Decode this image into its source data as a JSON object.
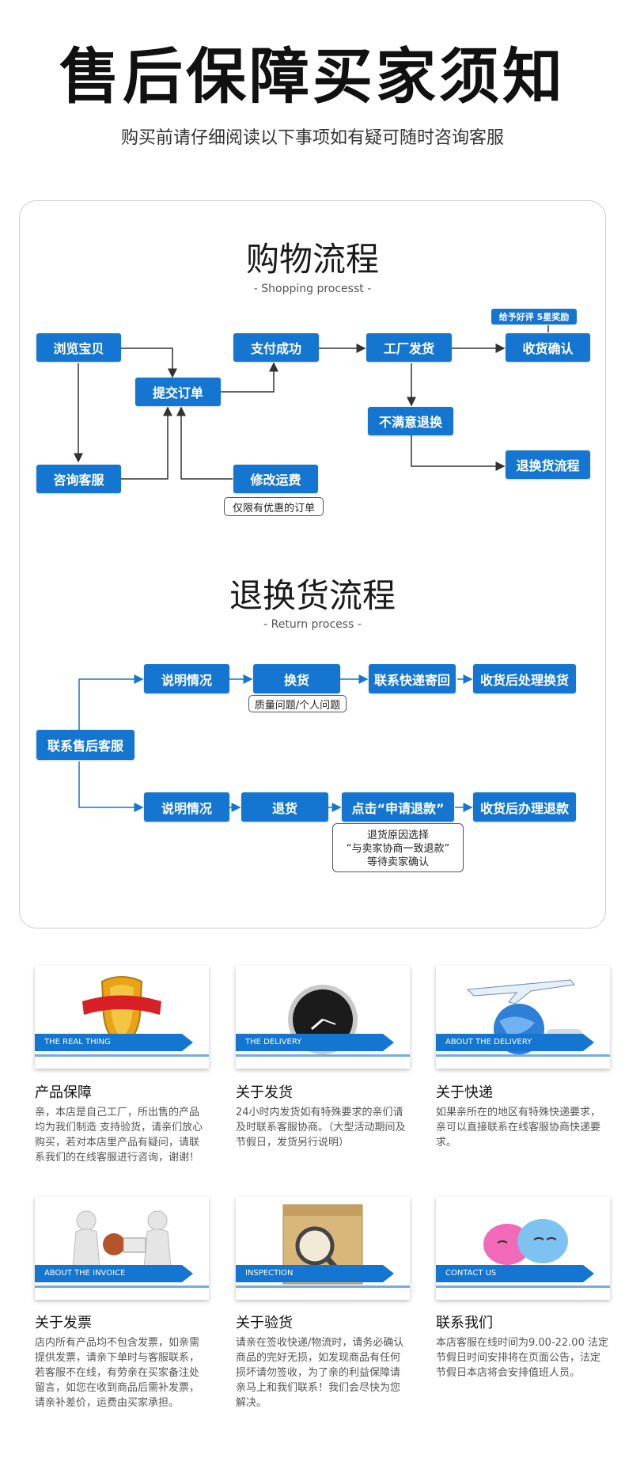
{
  "header": {
    "title": "售后保障买家须知",
    "subtitle": "购买前请仔细阅读以下事项如有疑可随时咨询客服"
  },
  "shopping": {
    "title": "购物流程",
    "subtitle": "- Shopping processt -",
    "browse": "浏览宝贝",
    "consult": "咨询客服",
    "submit": "提交订单",
    "modify": "修改运费",
    "modify_note": "仅限有优惠的订单",
    "paid": "支付成功",
    "ship": "工厂发货",
    "confirm": "收货确认",
    "reward": "给予好评 5星奖励",
    "unsatisfied": "不满意退换",
    "return_flow": "退换货流程"
  },
  "returns": {
    "title": "退换货流程",
    "subtitle": "- Return process -",
    "contact": "联系售后客服",
    "explain1": "说明情况",
    "exchange": "换货",
    "exchange_note": "质量问题/个人问题",
    "courier": "联系快递寄回",
    "exchange_done": "收货后处理换货",
    "explain2": "说明情况",
    "refund": "退货",
    "apply": "点击“申请退款”",
    "refund_done": "收货后办理退款",
    "apply_note": [
      "退货原因选择",
      "“与卖家协商一致退款”",
      "等待卖家确认"
    ]
  },
  "info": [
    {
      "banner": "THE REAL THING",
      "title": "产品保障",
      "text": "亲，本店是自己工厂，所出售的产品均为我们制造 支持验货，请亲们放心购买，若对本店里产品有疑问，请联系我们的在线客服进行咨询，谢谢！"
    },
    {
      "banner": "THE DELIVERY",
      "title": "关于发货",
      "text": "24小时内发货如有特殊要求的亲们请及时联系客服协商。（大型活动期间及节假日，发货另行说明）"
    },
    {
      "banner": "ABOUT THE DELIVERY",
      "title": "关于快递",
      "text": "如果亲所在的地区有特殊快递要求，亲可以直接联系在线客服协商快递要求。"
    },
    {
      "banner": "ABOUT THE INVOICE",
      "title": "关于发票",
      "text": "店内所有产品均不包含发票，如亲需提供发票，请亲下单时与客服联系，若客服不在线，有劳亲在买家备注处留言，如您在收到商品后需补发票，请亲补差价，运费由买家承担。"
    },
    {
      "banner": "INSPECTION",
      "title": "关于验货",
      "text": "请亲在签收快递/物流时，请务必确认商品的完好无损，如发现商品有任何损坏请勿签收，为了亲的利益保障请亲马上和我们联系！我们会尽快为您解决。"
    },
    {
      "banner": "CONTACT US",
      "title": "联系我们",
      "text": "本店客服在线时间为9.00-22.00 法定节假日时间安排将在页面公告，法定节假日本店将会安排值班人员。"
    }
  ],
  "colors": {
    "accent": "#1576d1"
  }
}
